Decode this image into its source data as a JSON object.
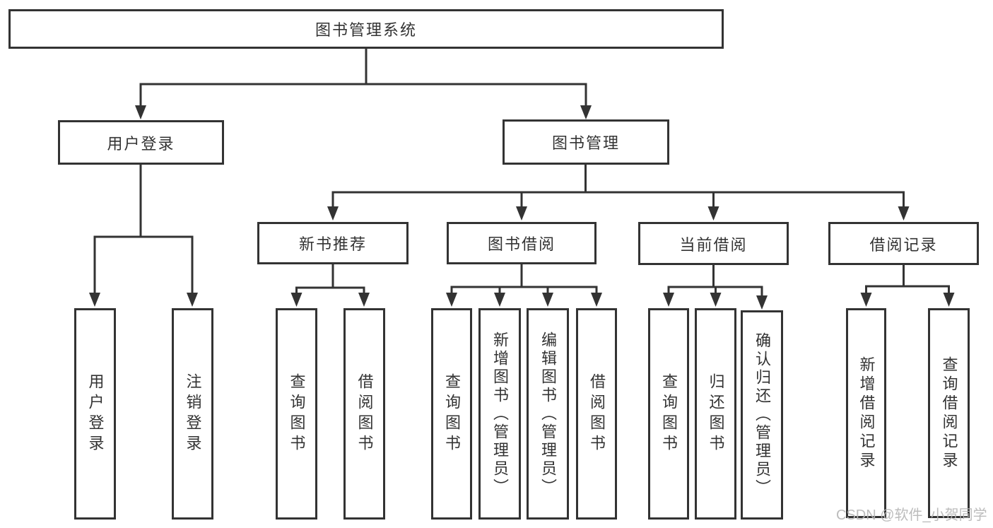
{
  "nodes": {
    "root": "图书管理系统",
    "level2": [
      "用户登录",
      "图书管理"
    ],
    "level3": [
      "新书推荐",
      "图书借阅",
      "当前借阅",
      "借阅记录"
    ],
    "user_children": [
      "用户登录",
      "注销登录"
    ],
    "recommend_children": [
      "查询图书",
      "借阅图书"
    ],
    "borrow_children": [
      "查询图书",
      "新增图书（管理员）",
      "编辑图书（管理员）",
      "借阅图书"
    ],
    "current_children": [
      "查询图书",
      "归还图书",
      "确认归还（管理员）"
    ],
    "record_children": [
      "新增借阅记录",
      "查询借阅记录"
    ]
  },
  "watermark": {
    "text": "CSDN @软件_小贺同学"
  },
  "colors": {
    "line": "#333333",
    "text": "#333333",
    "bg": "#ffffff",
    "watermark": "#b5b5b5"
  }
}
